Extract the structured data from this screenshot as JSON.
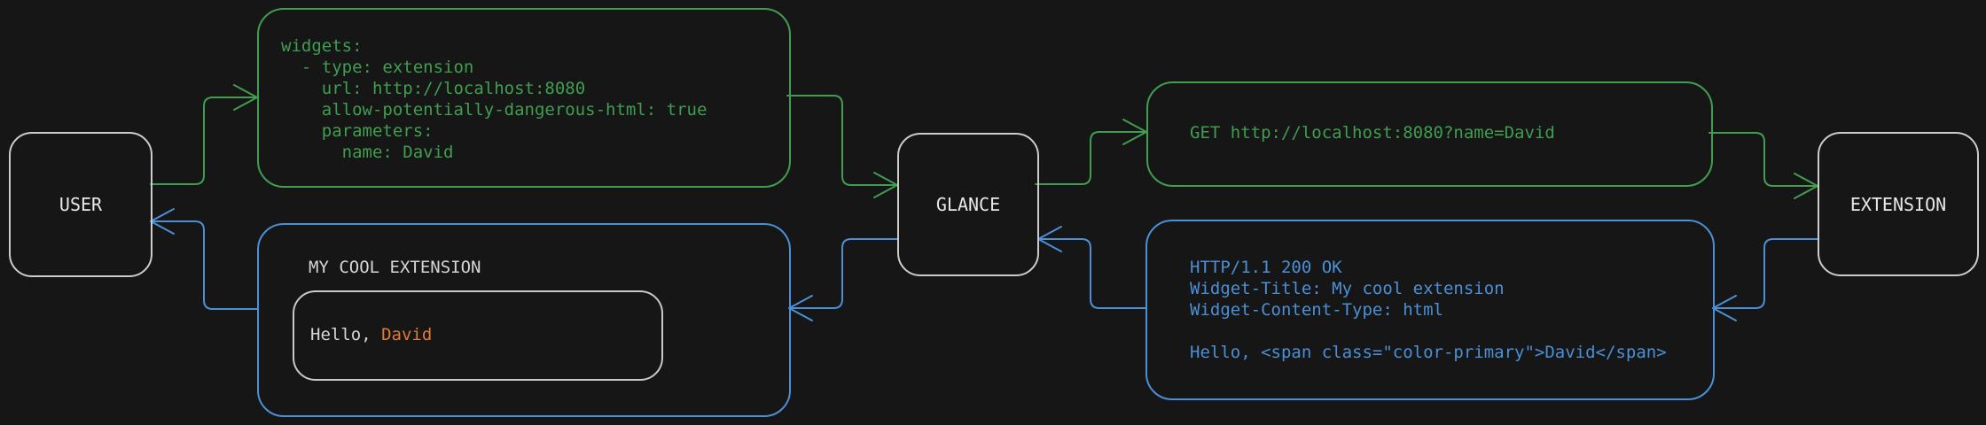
{
  "colors": {
    "background": "#161616",
    "green": "#3f9e4f",
    "blue": "#4b90d6",
    "orange": "#e07b39",
    "node_border": "#cccccc",
    "text_light": "#d6d6d6"
  },
  "nodes": {
    "user": {
      "label": "USER"
    },
    "glance": {
      "label": "GLANCE"
    },
    "extension": {
      "label": "EXTENSION"
    }
  },
  "config_box": {
    "code": "widgets:\n  - type: extension\n    url: http://localhost:8080\n    allow-potentially-dangerous-html: true\n    parameters:\n      name: David"
  },
  "request_box": {
    "code": "GET http://localhost:8080?name=David"
  },
  "response_box": {
    "code": "HTTP/1.1 200 OK\nWidget-Title: My cool extension\nWidget-Content-Type: html\n\nHello, <span class=\"color-primary\">David</span>"
  },
  "widget_box": {
    "title": "MY COOL EXTENSION",
    "greeting_prefix": "Hello, ",
    "greeting_name": "David"
  },
  "flow": [
    {
      "from": "user",
      "to": "config",
      "color": "green"
    },
    {
      "from": "config",
      "to": "glance",
      "color": "green"
    },
    {
      "from": "glance",
      "to": "request",
      "color": "green"
    },
    {
      "from": "request",
      "to": "extension",
      "color": "green"
    },
    {
      "from": "extension",
      "to": "response",
      "color": "blue"
    },
    {
      "from": "response",
      "to": "glance",
      "color": "blue"
    },
    {
      "from": "glance",
      "to": "widget",
      "color": "blue"
    },
    {
      "from": "widget",
      "to": "user",
      "color": "blue"
    }
  ]
}
